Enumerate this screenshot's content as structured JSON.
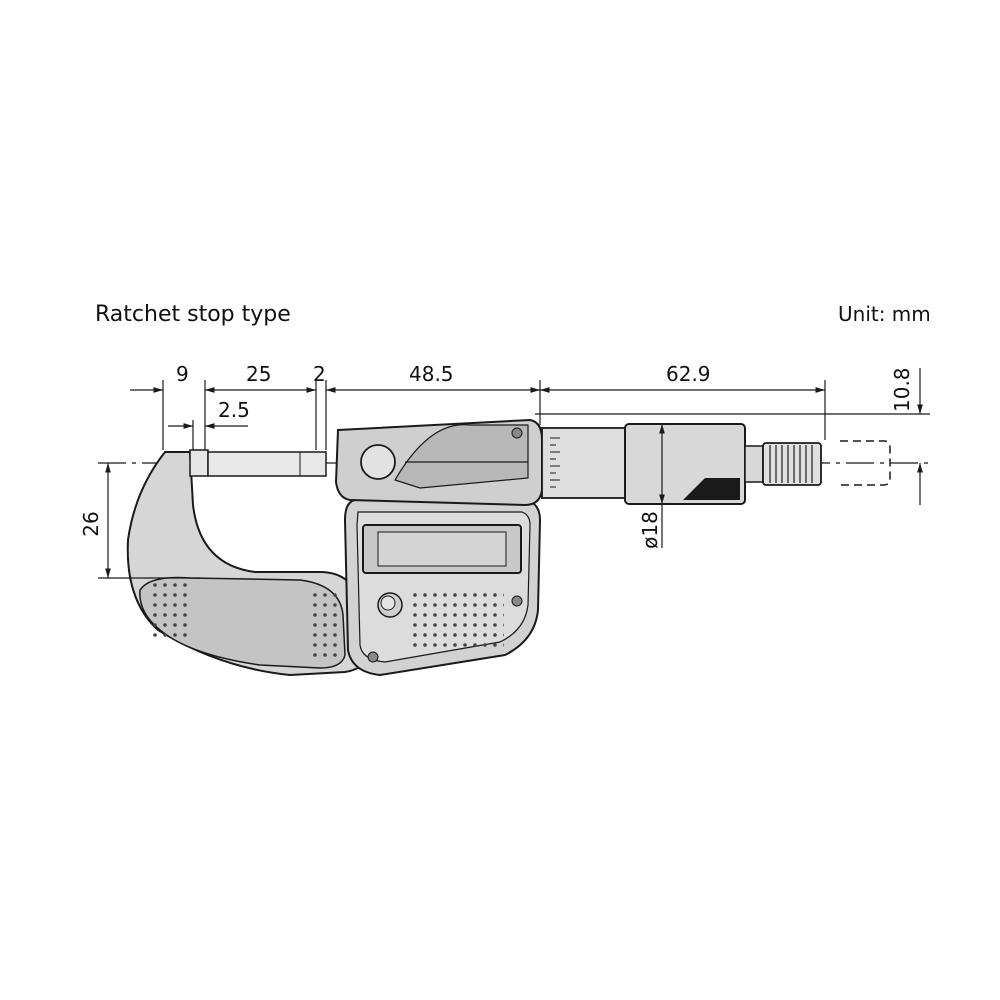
{
  "title": "Ratchet stop type",
  "unit_label": "Unit: mm",
  "dimensions": {
    "anvil_gap_offset": "9",
    "measuring_range": "25",
    "spindle_gap": "2",
    "spindle_face": "2.5",
    "frame_to_thimble": "48.5",
    "thimble_to_ratchet": "62.9",
    "ratchet_offset": "10.8",
    "frame_depth": "26",
    "thimble_diameter": "ø18"
  },
  "colors": {
    "frame_fill": "#d6d6d6",
    "frame_shade": "#9a9a9a",
    "line": "#1a1a1a",
    "display": "#c8c8c8"
  }
}
